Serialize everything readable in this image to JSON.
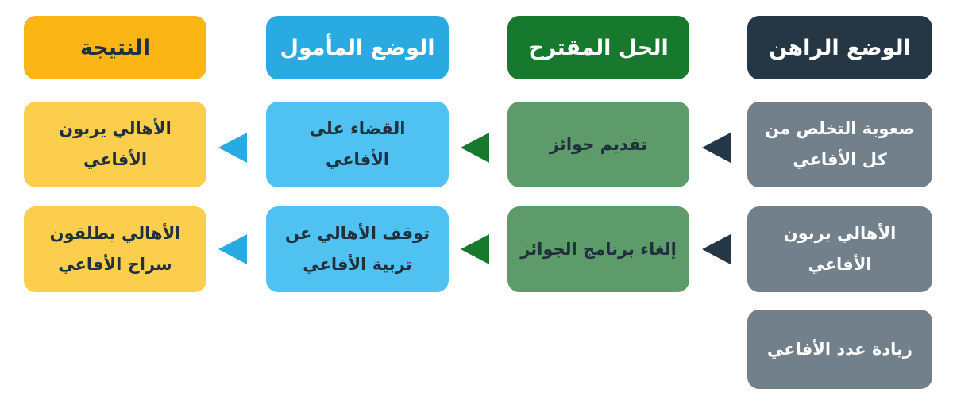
{
  "diagram": {
    "language": "ar",
    "direction": "rtl",
    "flow": "right-to-left",
    "columns": [
      {
        "id": "current-situation",
        "header": "الوضع الراهن",
        "colors": {
          "header_bg": "#253745",
          "header_text": "#FFFFFF",
          "box_bg": "#71808B",
          "box_text": "#FFFFFF"
        },
        "boxes": [
          "صعوبة التخلص من كل الأفاعي",
          "الأهالي يربون الأفاعي",
          "زيادة عدد الأفاعي"
        ]
      },
      {
        "id": "proposed-solution",
        "header": "الحل المقترح",
        "colors": {
          "header_bg": "#17792E",
          "header_text": "#FFFFFF",
          "box_bg": "#5D9B6B",
          "box_text": "#20303C"
        },
        "boxes": [
          "تقديم جوائز",
          "إلغاء برنامج الجوائز"
        ]
      },
      {
        "id": "hoped-situation",
        "header": "الوضع المأمول",
        "colors": {
          "header_bg": "#29ABE2",
          "header_text": "#FFFFFF",
          "box_bg": "#50C2F2",
          "box_text": "#20303C"
        },
        "boxes": [
          "القضاء على الأفاعي",
          "توقف الأهالي عن تربية الأفاعي"
        ]
      },
      {
        "id": "result",
        "header": "النتيجة",
        "colors": {
          "header_bg": "#FBB615",
          "header_text": "#20303C",
          "box_bg": "#FBCE4E",
          "box_text": "#20303C"
        },
        "boxes": [
          "الأهالي يربون الأفاعي",
          "الأهالي يطلقون سراح الأفاعي"
        ]
      }
    ],
    "arrows": [
      {
        "from": "current-situation",
        "to": "proposed-solution",
        "row": 1,
        "color": "#253745"
      },
      {
        "from": "current-situation",
        "to": "proposed-solution",
        "row": 2,
        "color": "#253745"
      },
      {
        "from": "proposed-solution",
        "to": "hoped-situation",
        "row": 1,
        "color": "#17792E"
      },
      {
        "from": "proposed-solution",
        "to": "hoped-situation",
        "row": 2,
        "color": "#17792E"
      },
      {
        "from": "hoped-situation",
        "to": "result",
        "row": 1,
        "color": "#29ABE2"
      },
      {
        "from": "hoped-situation",
        "to": "result",
        "row": 2,
        "color": "#29ABE2"
      }
    ]
  }
}
